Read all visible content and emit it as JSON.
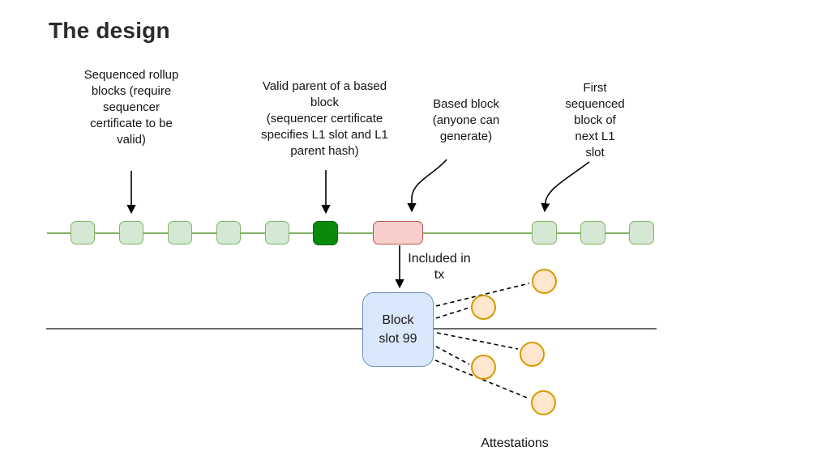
{
  "title": "The design",
  "diagram": {
    "labels": {
      "sequenced": "Sequenced rollup\nblocks (require\nsequencer\ncertificate to be\nvalid)",
      "valid_parent": "Valid parent of a based\nblock\n(sequencer certificate\nspecifies L1 slot and L1\nparent hash)",
      "based": "Based block\n(anyone can\ngenerate)",
      "first_sequenced": "First\nsequenced\nblock of\nnext L1\nslot",
      "included_in_tx": "Included in\ntx",
      "attestations": "Attestations",
      "l1_block": "Block\nslot 99"
    },
    "counts": {
      "sequenced_rollup_blocks_before": 5,
      "sequenced_rollup_blocks_after": 3,
      "attestation_circles": 5
    },
    "colors": {
      "rollup_block_fill": "#d5e8d4",
      "rollup_block_border": "#82b366",
      "chain_line": "#82b366",
      "valid_parent_fill": "#0a8a0a",
      "valid_parent_border": "#046404",
      "based_fill": "#f8cecc",
      "based_border": "#b85450",
      "l1_block_fill": "#dae8fc",
      "l1_block_border": "#6c8ebf",
      "attestation_fill": "#ffe6cc",
      "attestation_border": "#d79b00",
      "l1_line": "#383838",
      "arrow": "#000000"
    }
  }
}
